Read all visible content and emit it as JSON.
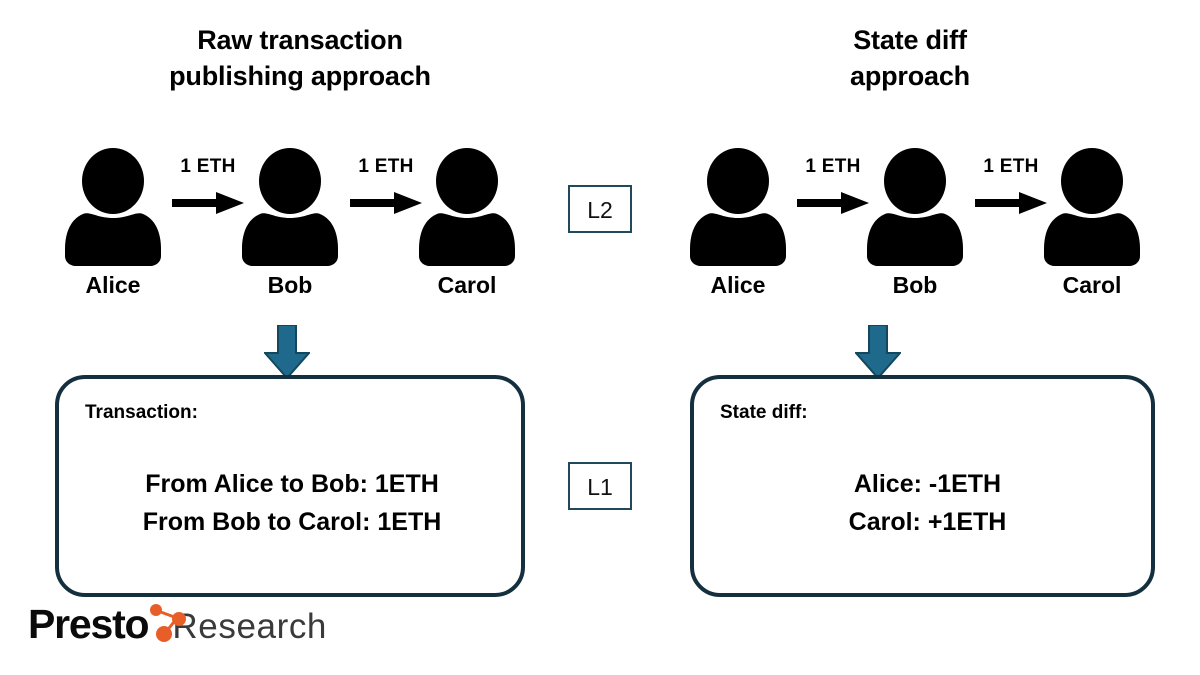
{
  "colors": {
    "ink": "#000000",
    "box_border": "#14303E",
    "chip_border": "#1F4A5C",
    "publish_arrow": "#1F6A8C",
    "publish_arrow_dark": "#14475C",
    "logo_orange": "#E85E28",
    "logo_black": "#0B0B0B",
    "logo_gray": "#3A3A3A",
    "background": "#FFFFFF"
  },
  "columns": [
    {
      "id": "raw-transaction",
      "title_lines": [
        "Raw transaction",
        "publishing approach"
      ],
      "actors": [
        {
          "name": "Alice",
          "icon": "person-icon"
        },
        {
          "name": "Bob",
          "icon": "person-icon"
        },
        {
          "name": "Carol",
          "icon": "person-icon"
        }
      ],
      "transfers": [
        {
          "amount": "1 ETH",
          "icon": "arrow-right-icon"
        },
        {
          "amount": "1 ETH",
          "icon": "arrow-right-icon"
        }
      ],
      "publish_arrow_icon": "arrow-down-icon",
      "box": {
        "heading": "Transaction:",
        "lines": [
          "From Alice to Bob: 1ETH",
          "From Bob to Carol: 1ETH"
        ]
      }
    },
    {
      "id": "state-diff",
      "title_lines": [
        "State diff",
        "approach"
      ],
      "actors": [
        {
          "name": "Alice",
          "icon": "person-icon"
        },
        {
          "name": "Bob",
          "icon": "person-icon"
        },
        {
          "name": "Carol",
          "icon": "person-icon"
        }
      ],
      "transfers": [
        {
          "amount": "1 ETH",
          "icon": "arrow-right-icon"
        },
        {
          "amount": "1 ETH",
          "icon": "arrow-right-icon"
        }
      ],
      "publish_arrow_icon": "arrow-down-icon",
      "box": {
        "heading": "State diff:",
        "lines": [
          "Alice: -1ETH",
          "Carol: +1ETH"
        ]
      }
    }
  ],
  "layers": {
    "upper": "L2",
    "lower": "L1"
  },
  "logo": {
    "brand": "Presto",
    "suffix": "Research",
    "mark_icon": "presto-node-mark-icon"
  }
}
